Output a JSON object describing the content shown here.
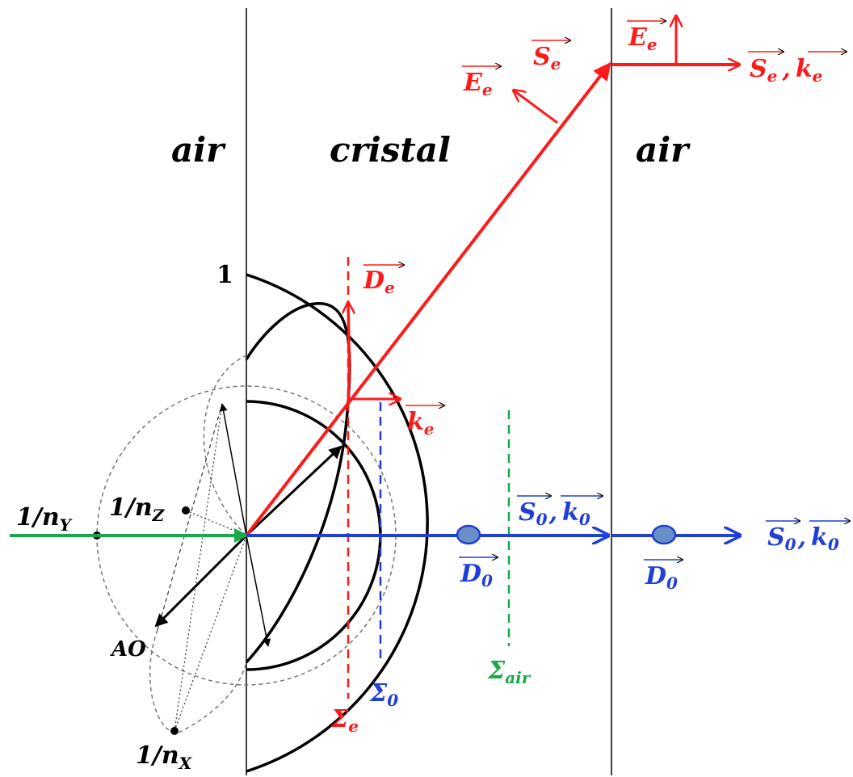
{
  "regions": {
    "left": "air",
    "middle": "cristal",
    "right": "air"
  },
  "points": {
    "one": "1",
    "inv_nY": "1/n",
    "inv_nY_sub": "Y",
    "inv_nZ": "1/n",
    "inv_nZ_sub": "Z",
    "inv_nX": "1/n",
    "inv_nX_sub": "X",
    "optic_axis": "AO"
  },
  "vectors": {
    "E": "E",
    "E_sub": "e",
    "S": "S",
    "S_sub": "e",
    "k": "k",
    "k_sub": "e",
    "D": "D",
    "D_sub": "e",
    "S0": "S",
    "S0_sub": "0",
    "k0": "k",
    "k0_sub": "0",
    "D0": "D",
    "D0_sub": "0",
    "comma": ","
  },
  "wavefronts": {
    "sigma": "Σ",
    "sigma_e_sub": "e",
    "sigma_0_sub": "0",
    "sigma_air_sub": "air"
  },
  "colors": {
    "red": "#ff1a1a",
    "blue": "#1f3fd6",
    "green": "#1aa84a",
    "black": "#000000",
    "gray": "#888888"
  }
}
